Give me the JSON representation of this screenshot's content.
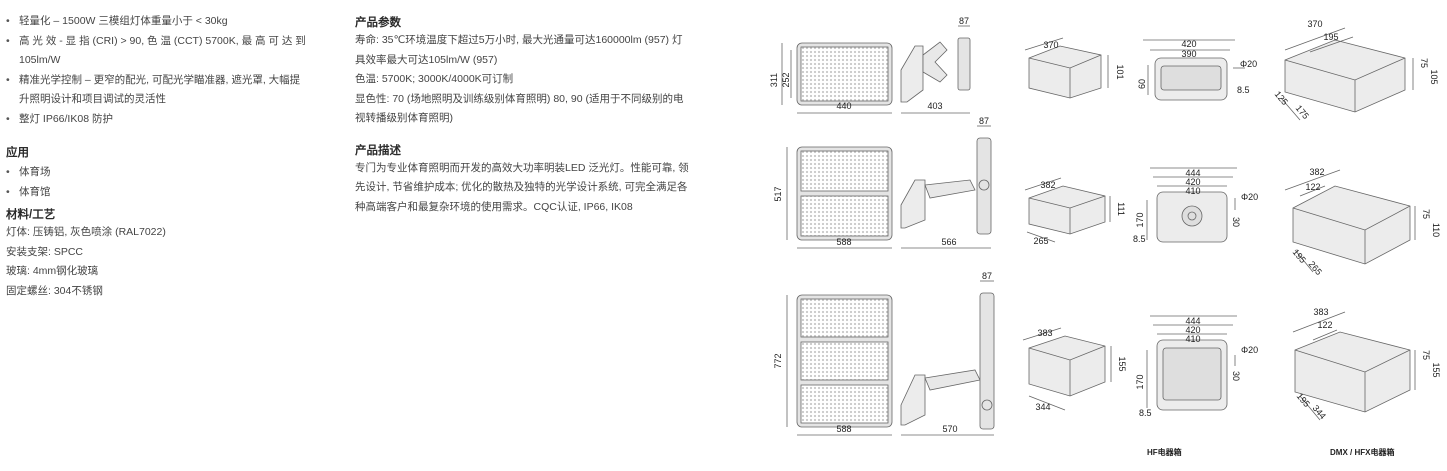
{
  "features": [
    "轻量化 – 1500W 三模组灯体重量小于 < 30kg",
    "高 光 效 - 显 指 (CRI) > 90, 色 温 (CCT) 5700K, 最 高 可 达 到 105lm/W",
    "精准光学控制 – 更窄的配光, 可配光学瞄准器, 遮光罩, 大幅提升照明设计和项目调试的灵活性",
    "整灯 IP66/IK08 防护"
  ],
  "application": {
    "heading": "应用",
    "items": [
      "体育场",
      "体育馆"
    ]
  },
  "materials": {
    "heading": "材料/工艺",
    "lines": [
      "灯体: 压铸铝, 灰色喷涂 (RAL7022)",
      "安装支架: SPCC",
      "玻璃: 4mm钢化玻璃",
      "固定螺丝: 304不锈钢"
    ]
  },
  "params": {
    "heading": "产品参数",
    "lines": [
      "寿命: 35℃环境温度下超过5万小时, 最大光通量可达160000lm (957) 灯具效率最大可达105lm/W (957)",
      "色温: 5700K; 3000K/4000K可订制",
      "显色性: 70 (场地照明及训练级别体育照明) 80, 90 (适用于不同级别的电视转播级别体育照明)"
    ]
  },
  "description": {
    "heading": "产品描述",
    "text": "专门为专业体育照明而开发的高效大功率明装LED 泛光灯。性能可靠, 领先设计, 节省维护成本; 优化的散热及独特的光学设计系统, 可完全满足各种高端客户和最复杂环境的使用需求。CQC认证, IP66, IK08"
  },
  "drawings": {
    "row1": {
      "front": {
        "h_outer": "311",
        "h_inner": "252",
        "w": "440"
      },
      "side": {
        "top": "87",
        "w": "403"
      },
      "box_a": {
        "w": "370",
        "h": "101"
      },
      "box_b": {
        "w_outer": "420",
        "w_inner": "390",
        "phi": "Φ20",
        "h": "60",
        "gap": "8.5"
      },
      "box_c": {
        "w_outer": "370",
        "w_inner": "195",
        "h_a": "75",
        "h_b": "105",
        "d_a": "125",
        "d_b": "175"
      }
    },
    "row2": {
      "front": {
        "h": "517",
        "w": "588"
      },
      "side": {
        "top": "87",
        "w": "566"
      },
      "box_a": {
        "w": "382",
        "d": "265",
        "h": "111"
      },
      "box_b": {
        "w1": "444",
        "w2": "420",
        "w3": "410",
        "phi": "Φ20",
        "h": "170",
        "h2": "30",
        "gap": "8.5"
      },
      "box_c": {
        "w_outer": "382",
        "w_inner": "122",
        "h_a": "75",
        "h_b": "110",
        "d_a": "195",
        "d_b": "265"
      }
    },
    "row3": {
      "front": {
        "h": "772",
        "w": "588"
      },
      "side": {
        "top": "87",
        "w": "570"
      },
      "box_a": {
        "w": "383",
        "d": "344",
        "h": "155"
      },
      "box_b": {
        "w1": "444",
        "w2": "420",
        "w3": "410",
        "phi": "Φ20",
        "h": "170",
        "h2": "30",
        "gap": "8.5"
      },
      "box_c": {
        "w_outer": "383",
        "w_inner": "122",
        "h_a": "75",
        "h_b": "155",
        "d_a": "195",
        "d_b": "344"
      }
    },
    "captions": {
      "hf": "HF电器箱",
      "dmx": "DMX / HFX电器箱"
    }
  }
}
